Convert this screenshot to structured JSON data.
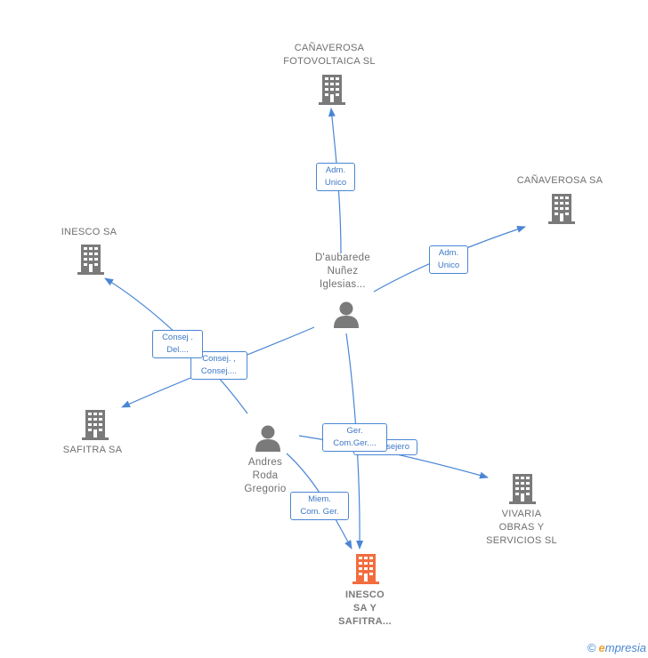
{
  "colors": {
    "node": "#7a7a7a",
    "focus": "#f26d3d",
    "edge": "#4a86d4",
    "label_text": "#3d78c9"
  },
  "nodes": {
    "canaverosa_foto": {
      "type": "company",
      "lines": [
        "CAÑAVEROSA",
        "FOTOVOLTAICA SL"
      ]
    },
    "canaverosa_sa": {
      "type": "company",
      "lines": [
        "CAÑAVEROSA SA"
      ]
    },
    "inesco_sa": {
      "type": "company",
      "lines": [
        "INESCO SA"
      ]
    },
    "safitra_sa": {
      "type": "company",
      "lines": [
        "SAFITRA SA"
      ]
    },
    "vivaria": {
      "type": "company",
      "lines": [
        "VIVARIA",
        "OBRAS Y",
        "SERVICIOS SL"
      ]
    },
    "inesco_safitra": {
      "type": "company-focus",
      "lines": [
        "INESCO",
        "SA Y",
        "SAFITRA..."
      ]
    },
    "daubarede": {
      "type": "person",
      "lines": [
        "D'aubarede",
        "Nuñez",
        "Iglesias..."
      ]
    },
    "andres": {
      "type": "person",
      "lines": [
        "Andres",
        "Roda",
        "Gregorio"
      ]
    }
  },
  "edge_labels": {
    "adm_unico_1": [
      "Adm.",
      "Unico"
    ],
    "adm_unico_2": [
      "Adm.",
      "Unico"
    ],
    "consej_del": [
      "Consej .",
      "Del...."
    ],
    "consej_consej": [
      "Consej. ,",
      "Consej...."
    ],
    "consejero": [
      "Consejero"
    ],
    "ger_com": [
      "Ger.",
      "Com.Ger...."
    ],
    "miem_com": [
      "Miem.",
      "Com. Ger."
    ]
  },
  "footer": {
    "copyright": "©",
    "brand_initial": "e",
    "brand_rest": "mpresia"
  }
}
